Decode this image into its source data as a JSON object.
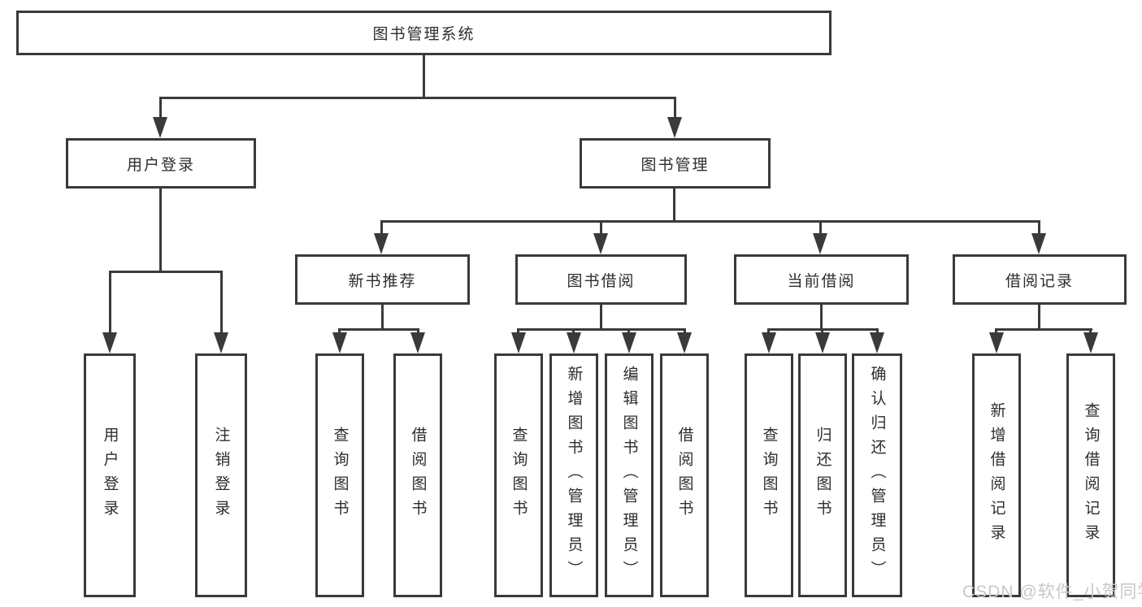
{
  "diagram": {
    "background": "#ffffff",
    "line_color": "#3a3a3a",
    "text_color": "#2d2d2d",
    "watermark": {
      "text": "CSDN @软件_小贺同学",
      "color": "#c8c8c8"
    },
    "root": {
      "label": "图书管理系统"
    },
    "level2": [
      {
        "label": "用户登录",
        "children": [
          {
            "label": "用户登录"
          },
          {
            "label": "注销登录"
          }
        ]
      },
      {
        "label": "图书管理",
        "children": [
          {
            "label": "新书推荐",
            "children": [
              {
                "label": "查询图书"
              },
              {
                "label": "借阅图书"
              }
            ]
          },
          {
            "label": "图书借阅",
            "children": [
              {
                "label": "查询图书"
              },
              {
                "label": "新增图书（管理员）"
              },
              {
                "label": "编辑图书（管理员）"
              },
              {
                "label": "借阅图书"
              }
            ]
          },
          {
            "label": "当前借阅",
            "children": [
              {
                "label": "查询图书"
              },
              {
                "label": "归还图书"
              },
              {
                "label": "确认归还（管理员）"
              }
            ]
          },
          {
            "label": "借阅记录",
            "children": [
              {
                "label": "新增借阅记录"
              },
              {
                "label": "查询借阅记录"
              }
            ]
          }
        ]
      }
    ]
  }
}
